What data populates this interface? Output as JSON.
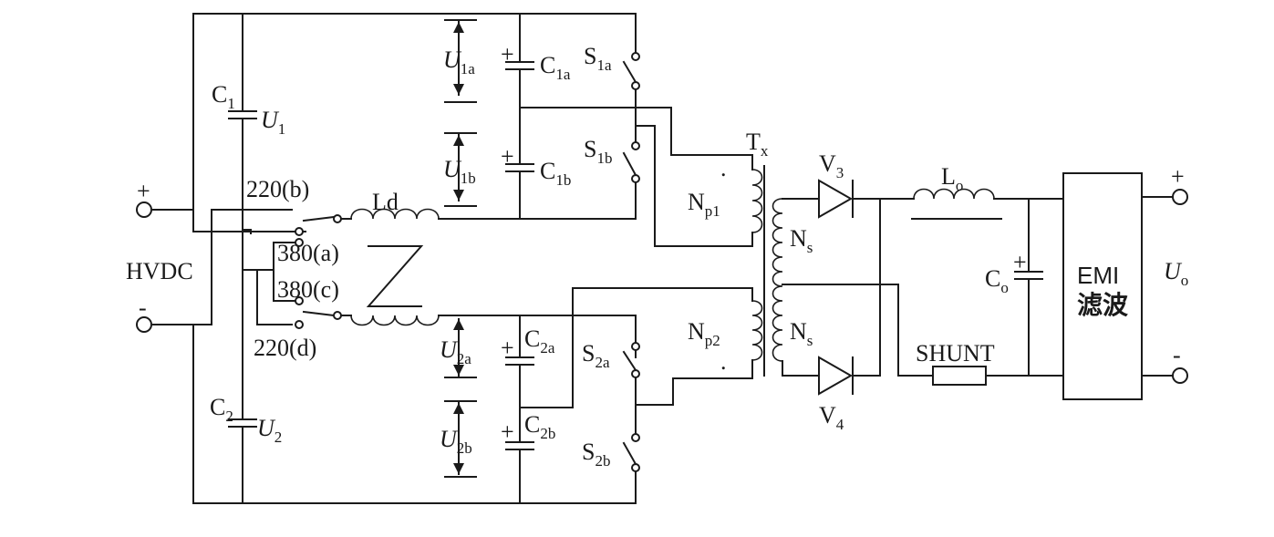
{
  "input": {
    "plus_sign": "+",
    "minus_sign": "-",
    "label": "HVDC"
  },
  "taps": {
    "t220b": "220(b)",
    "t380a": "380(a)",
    "t380c": "380(c)",
    "t220d": "220(d)"
  },
  "bulk_caps": {
    "c1": {
      "main": "C",
      "sub": "1"
    },
    "c2": {
      "main": "C",
      "sub": "2"
    },
    "u1": {
      "main": "U",
      "sub": "1"
    },
    "u2": {
      "main": "U",
      "sub": "2"
    }
  },
  "inductor_ld": "Ld",
  "upper_stack": {
    "u1a": {
      "main": "U",
      "sub": "1a"
    },
    "u1b": {
      "main": "U",
      "sub": "1b"
    },
    "c1a": {
      "main": "C",
      "sub": "1a"
    },
    "c1b": {
      "main": "C",
      "sub": "1b"
    },
    "s1a": {
      "main": "S",
      "sub": "1a"
    },
    "s1b": {
      "main": "S",
      "sub": "1b"
    },
    "plus_sign": "+"
  },
  "lower_stack": {
    "u2a": {
      "main": "U",
      "sub": "2a"
    },
    "u2b": {
      "main": "U",
      "sub": "2b"
    },
    "c2a": {
      "main": "C",
      "sub": "2a"
    },
    "c2b": {
      "main": "C",
      "sub": "2b"
    },
    "s2a": {
      "main": "S",
      "sub": "2a"
    },
    "s2b": {
      "main": "S",
      "sub": "2b"
    },
    "plus_sign": "+"
  },
  "transformer": {
    "tx": {
      "main": "T",
      "sub": "x"
    },
    "np1": {
      "main": "N",
      "sub": "p1"
    },
    "np2": {
      "main": "N",
      "sub": "p2"
    },
    "ns": {
      "main": "N",
      "sub": "s"
    },
    "dot": "."
  },
  "rectifier": {
    "v3": {
      "main": "V",
      "sub": "3"
    },
    "v4": {
      "main": "V",
      "sub": "4"
    }
  },
  "output": {
    "lo": {
      "main": "L",
      "sub": "o"
    },
    "co": {
      "main": "C",
      "sub": "o"
    },
    "co_plus": "+",
    "shunt": "SHUNT",
    "emi_line1": "EMI",
    "emi_line2": "滤波",
    "uo": {
      "main": "U",
      "sub": "o"
    },
    "plus_sign": "+",
    "minus_sign": "-"
  }
}
